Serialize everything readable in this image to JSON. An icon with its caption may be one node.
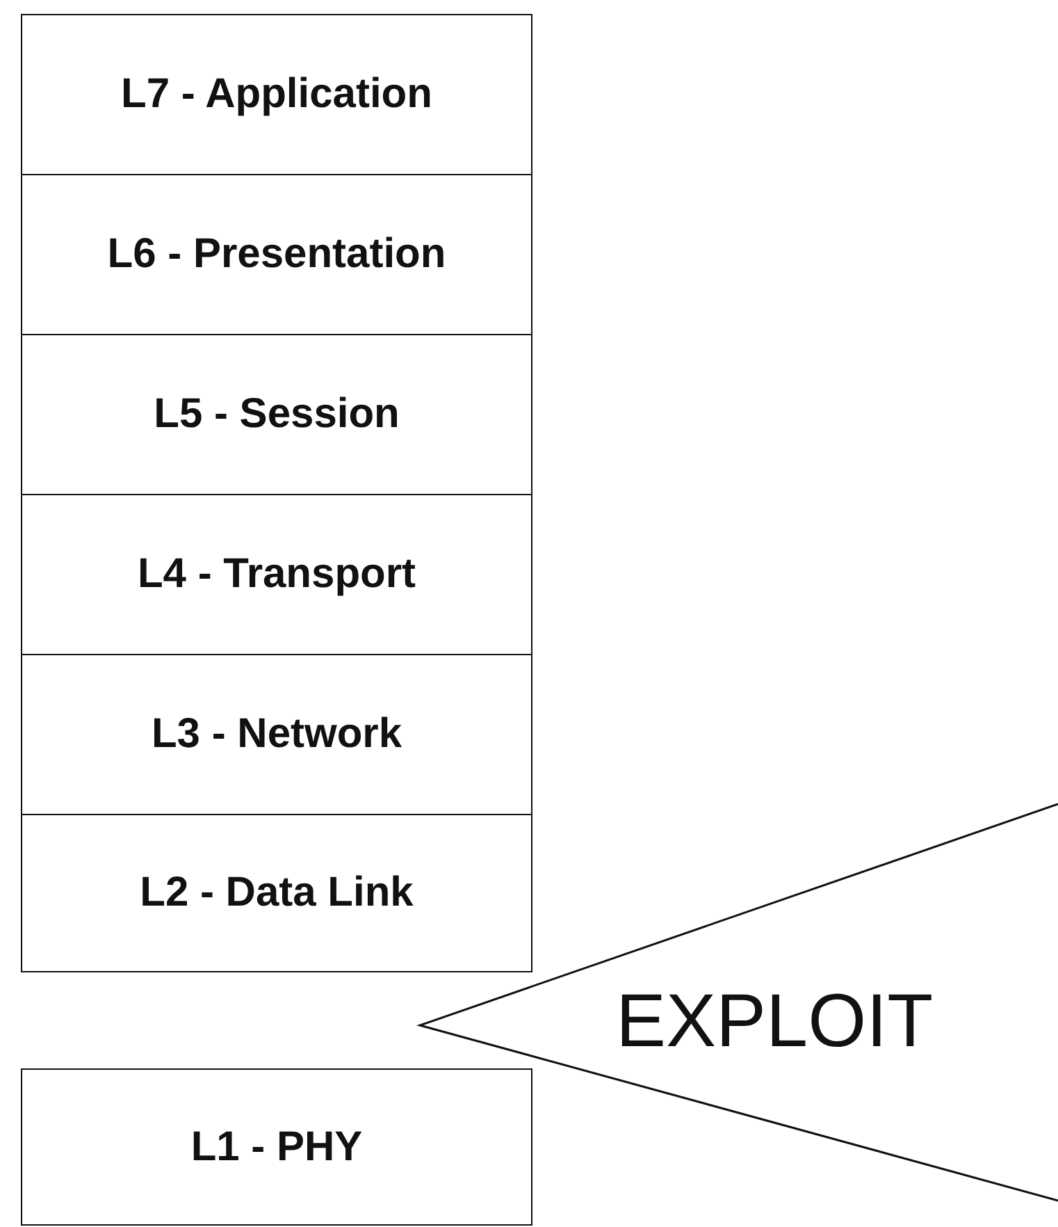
{
  "diagram": {
    "nodes": [
      {
        "text": [
          "L7 - Application"
        ]
      },
      {
        "text": [
          "L6 - Presentation"
        ]
      },
      {
        "text": [
          "L5 - Session"
        ]
      },
      {
        "text": [
          "L4 - Transport"
        ]
      },
      {
        "text": [
          "L3 - Network"
        ]
      },
      {
        "text": [
          "L2 - Data Link"
        ]
      },
      {
        "text": [
          "L1 - PHY"
        ]
      },
      {
        "text": [
          "EXPLOIT"
        ]
      }
    ]
  }
}
